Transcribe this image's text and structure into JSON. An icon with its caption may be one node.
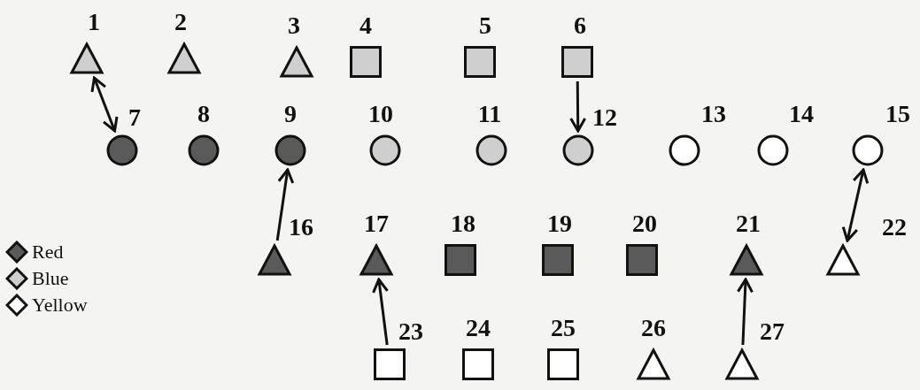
{
  "diagram": {
    "nodes": [
      {
        "text": [
          "1"
        ]
      },
      {
        "text": [
          "2"
        ]
      },
      {
        "text": [
          "3"
        ]
      },
      {
        "text": [
          "4"
        ]
      },
      {
        "text": [
          "5"
        ]
      },
      {
        "text": [
          "6"
        ]
      },
      {
        "text": [
          "7"
        ]
      },
      {
        "text": [
          "8"
        ]
      },
      {
        "text": [
          "9"
        ]
      },
      {
        "text": [
          "10"
        ]
      },
      {
        "text": [
          "11"
        ]
      },
      {
        "text": [
          "12"
        ]
      },
      {
        "text": [
          "13"
        ]
      },
      {
        "text": [
          "14"
        ]
      },
      {
        "text": [
          "15"
        ]
      },
      {
        "text": [
          "16"
        ]
      },
      {
        "text": [
          "17"
        ]
      },
      {
        "text": [
          "18"
        ]
      },
      {
        "text": [
          "19"
        ]
      },
      {
        "text": [
          "20"
        ]
      },
      {
        "text": [
          "21"
        ]
      },
      {
        "text": [
          "22"
        ]
      },
      {
        "text": [
          "23"
        ]
      },
      {
        "text": [
          "24"
        ]
      },
      {
        "text": [
          "25"
        ]
      },
      {
        "text": [
          "26"
        ]
      },
      {
        "text": [
          "27"
        ]
      }
    ],
    "edges": [
      {
        "from": 0,
        "to": 6,
        "arrow": "both"
      },
      {
        "from": 5,
        "to": 11,
        "arrow": "to"
      },
      {
        "from": 15,
        "to": 8,
        "arrow": "to"
      },
      {
        "from": 21,
        "to": 14,
        "arrow": "both"
      },
      {
        "from": 22,
        "to": 16,
        "arrow": "to"
      },
      {
        "from": 26,
        "to": 20,
        "arrow": "to"
      }
    ],
    "legend": [
      {
        "text": "Red",
        "color": "#5a5a5a"
      },
      {
        "text": "Blue",
        "color": "#cfcfcf"
      },
      {
        "text": "Yellow",
        "color": "#ffffff"
      }
    ]
  }
}
